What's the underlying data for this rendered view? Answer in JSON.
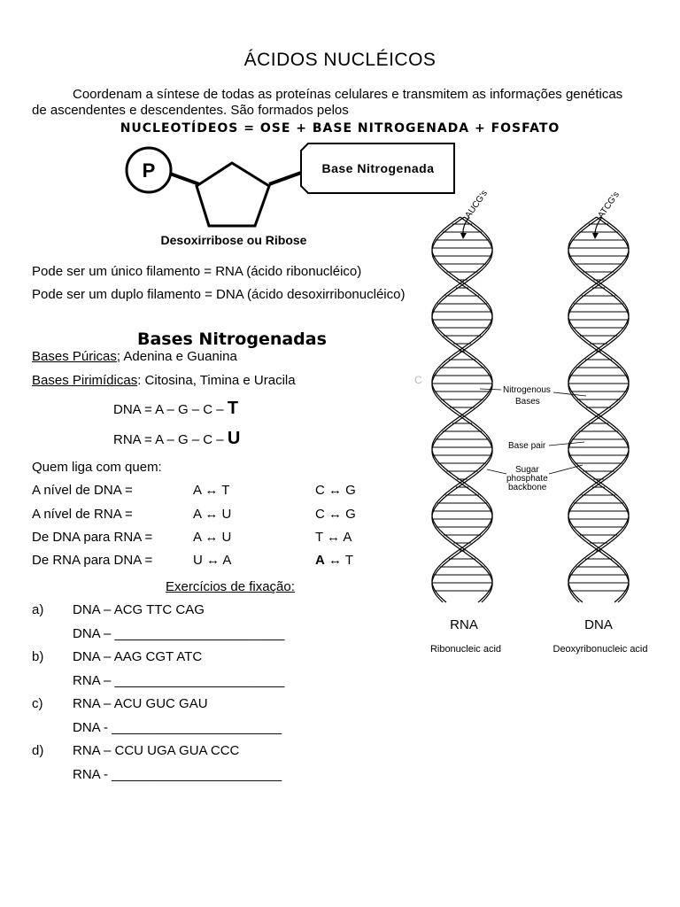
{
  "title": "ÁCIDOS NUCLÉICOS",
  "intro": {
    "line1": "Coordenam a síntese de todas as proteínas celulares e transmitem as informações genéticas",
    "line2": "de ascendentes e descendentes. São formados pelos"
  },
  "formula": "NUCLEOTÍDEOS = OSE + BASE NITROGENADA + FOSFATO",
  "nucleotide": {
    "phosphate": "P",
    "base_label": "Base Nitrogenada",
    "sugar_label": "Desoxirribose ou Ribose"
  },
  "strands": {
    "single": "Pode ser um único filamento = RNA (ácido ribonucléico)",
    "double": "Pode ser um duplo filamento = DNA (ácido desoxirribonucléico)"
  },
  "bases": {
    "heading": "Bases Nitrogenadas",
    "purines_label": "Bases Púricas",
    "purines_rest": "; Adenina e Guanina",
    "pyrimidines_label": "Bases Pirimídicas",
    "pyrimidines_rest": ": Citosina, Timina e Uracila",
    "dna_prefix": "DNA = A – G – C – ",
    "dna_last": "T",
    "rna_prefix": "RNA = A – G – C – ",
    "rna_last": "U"
  },
  "pairing": {
    "heading": "Quem liga com quem:",
    "rows": [
      {
        "label": "A nível de DNA =",
        "p1": "A  ↔  T",
        "p2": "C  ↔  G"
      },
      {
        "label": "A nível de RNA =",
        "p1": "A  ↔  U",
        "p2": "C  ↔  G"
      },
      {
        "label": "De DNA para RNA =",
        "p1": "A  ↔  U",
        "p2": "T  ↔  A"
      },
      {
        "label": "De RNA para DNA =",
        "p1": "U  ↔  A",
        "p2_bold": "A",
        "p2_rest": "  ↔  T"
      }
    ]
  },
  "exercises": {
    "heading": "Exercícios de fixação:",
    "items": [
      {
        "letter": "a)",
        "given": "DNA – ACG TTC CAG",
        "answer": "DNA – _______________________"
      },
      {
        "letter": "b)",
        "given": "DNA – AAG CGT ATC",
        "answer": "RNA – _______________________"
      },
      {
        "letter": "c)",
        "given": "RNA – ACU GUC GAU",
        "answer": "DNA - _______________________"
      },
      {
        "letter": "d)",
        "given": "RNA – CCU UGA GUA CCC",
        "answer": "RNA - _______________________"
      }
    ]
  },
  "figure": {
    "rna_tag": "AUCG's",
    "dna_tag": "ATCG's",
    "stray_mark": "C",
    "label_nitrogenous": "Nitrogenous",
    "label_bases": "Bases",
    "label_base_pair": "Base pair",
    "label_sugar": "Sugar",
    "label_phosphate": "phosphate",
    "label_backbone": "backbone",
    "rna_title": "RNA",
    "dna_title": "DNA",
    "rna_caption": "Ribonucleic acid",
    "dna_caption": "Deoxyribonucleic acid"
  }
}
